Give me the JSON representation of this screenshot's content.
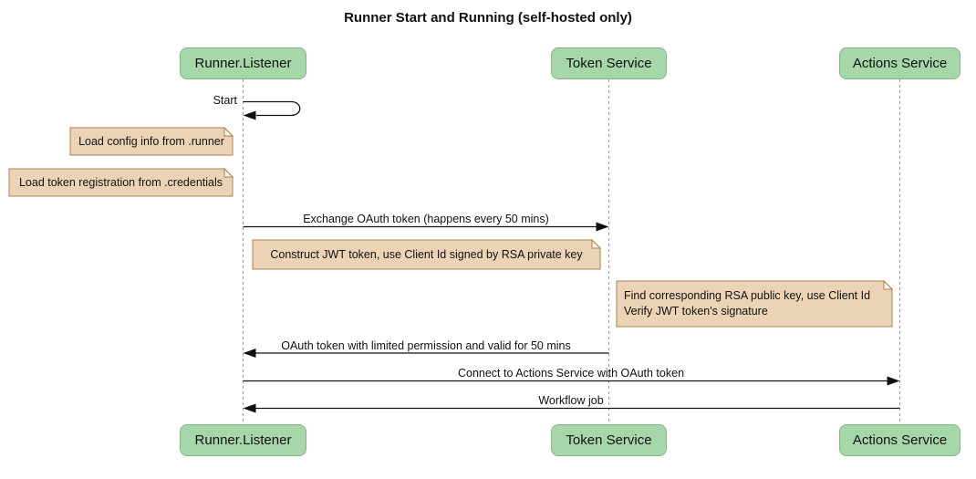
{
  "title": "Runner Start and Running (self-hosted only)",
  "colors": {
    "participant_fill": "#a6d7a8",
    "participant_border": "#88b588",
    "note_fill": "#ecd3b5",
    "note_border": "#aa834f",
    "note_fold_fill": "#fdf6ec",
    "lifeline": "#999999",
    "arrow": "#111111",
    "background": "#ffffff"
  },
  "participants": [
    {
      "label": "Runner.Listener"
    },
    {
      "label": "Token Service"
    },
    {
      "label": "Actions Service"
    }
  ],
  "messages": [
    {
      "label": "Start",
      "from": "Runner.Listener",
      "to": "Runner.Listener",
      "type": "self"
    },
    {
      "label": "Exchange OAuth token (happens every 50 mins)",
      "from": "Runner.Listener",
      "to": "Token Service",
      "type": "solid-arrow"
    },
    {
      "label": "OAuth token with limited permission and valid for 50 mins",
      "from": "Token Service",
      "to": "Runner.Listener",
      "type": "solid-arrow"
    },
    {
      "label": "Connect to Actions Service with OAuth token",
      "from": "Runner.Listener",
      "to": "Actions Service",
      "type": "solid-arrow"
    },
    {
      "label": "Workflow job",
      "from": "Actions Service",
      "to": "Runner.Listener",
      "type": "solid-arrow"
    }
  ],
  "notes": [
    {
      "text": "Load config info from .runner",
      "anchor": "left of Runner.Listener"
    },
    {
      "text": "Load token registration from .credentials",
      "anchor": "left of Runner.Listener"
    },
    {
      "text": "Construct JWT token, use Client Id signed by RSA private key",
      "anchor": "right of Runner.Listener"
    },
    {
      "lines": [
        "Find corresponding RSA public key, use Client Id",
        "Verify JWT token's signature"
      ],
      "anchor": "left of Actions Service"
    }
  ]
}
